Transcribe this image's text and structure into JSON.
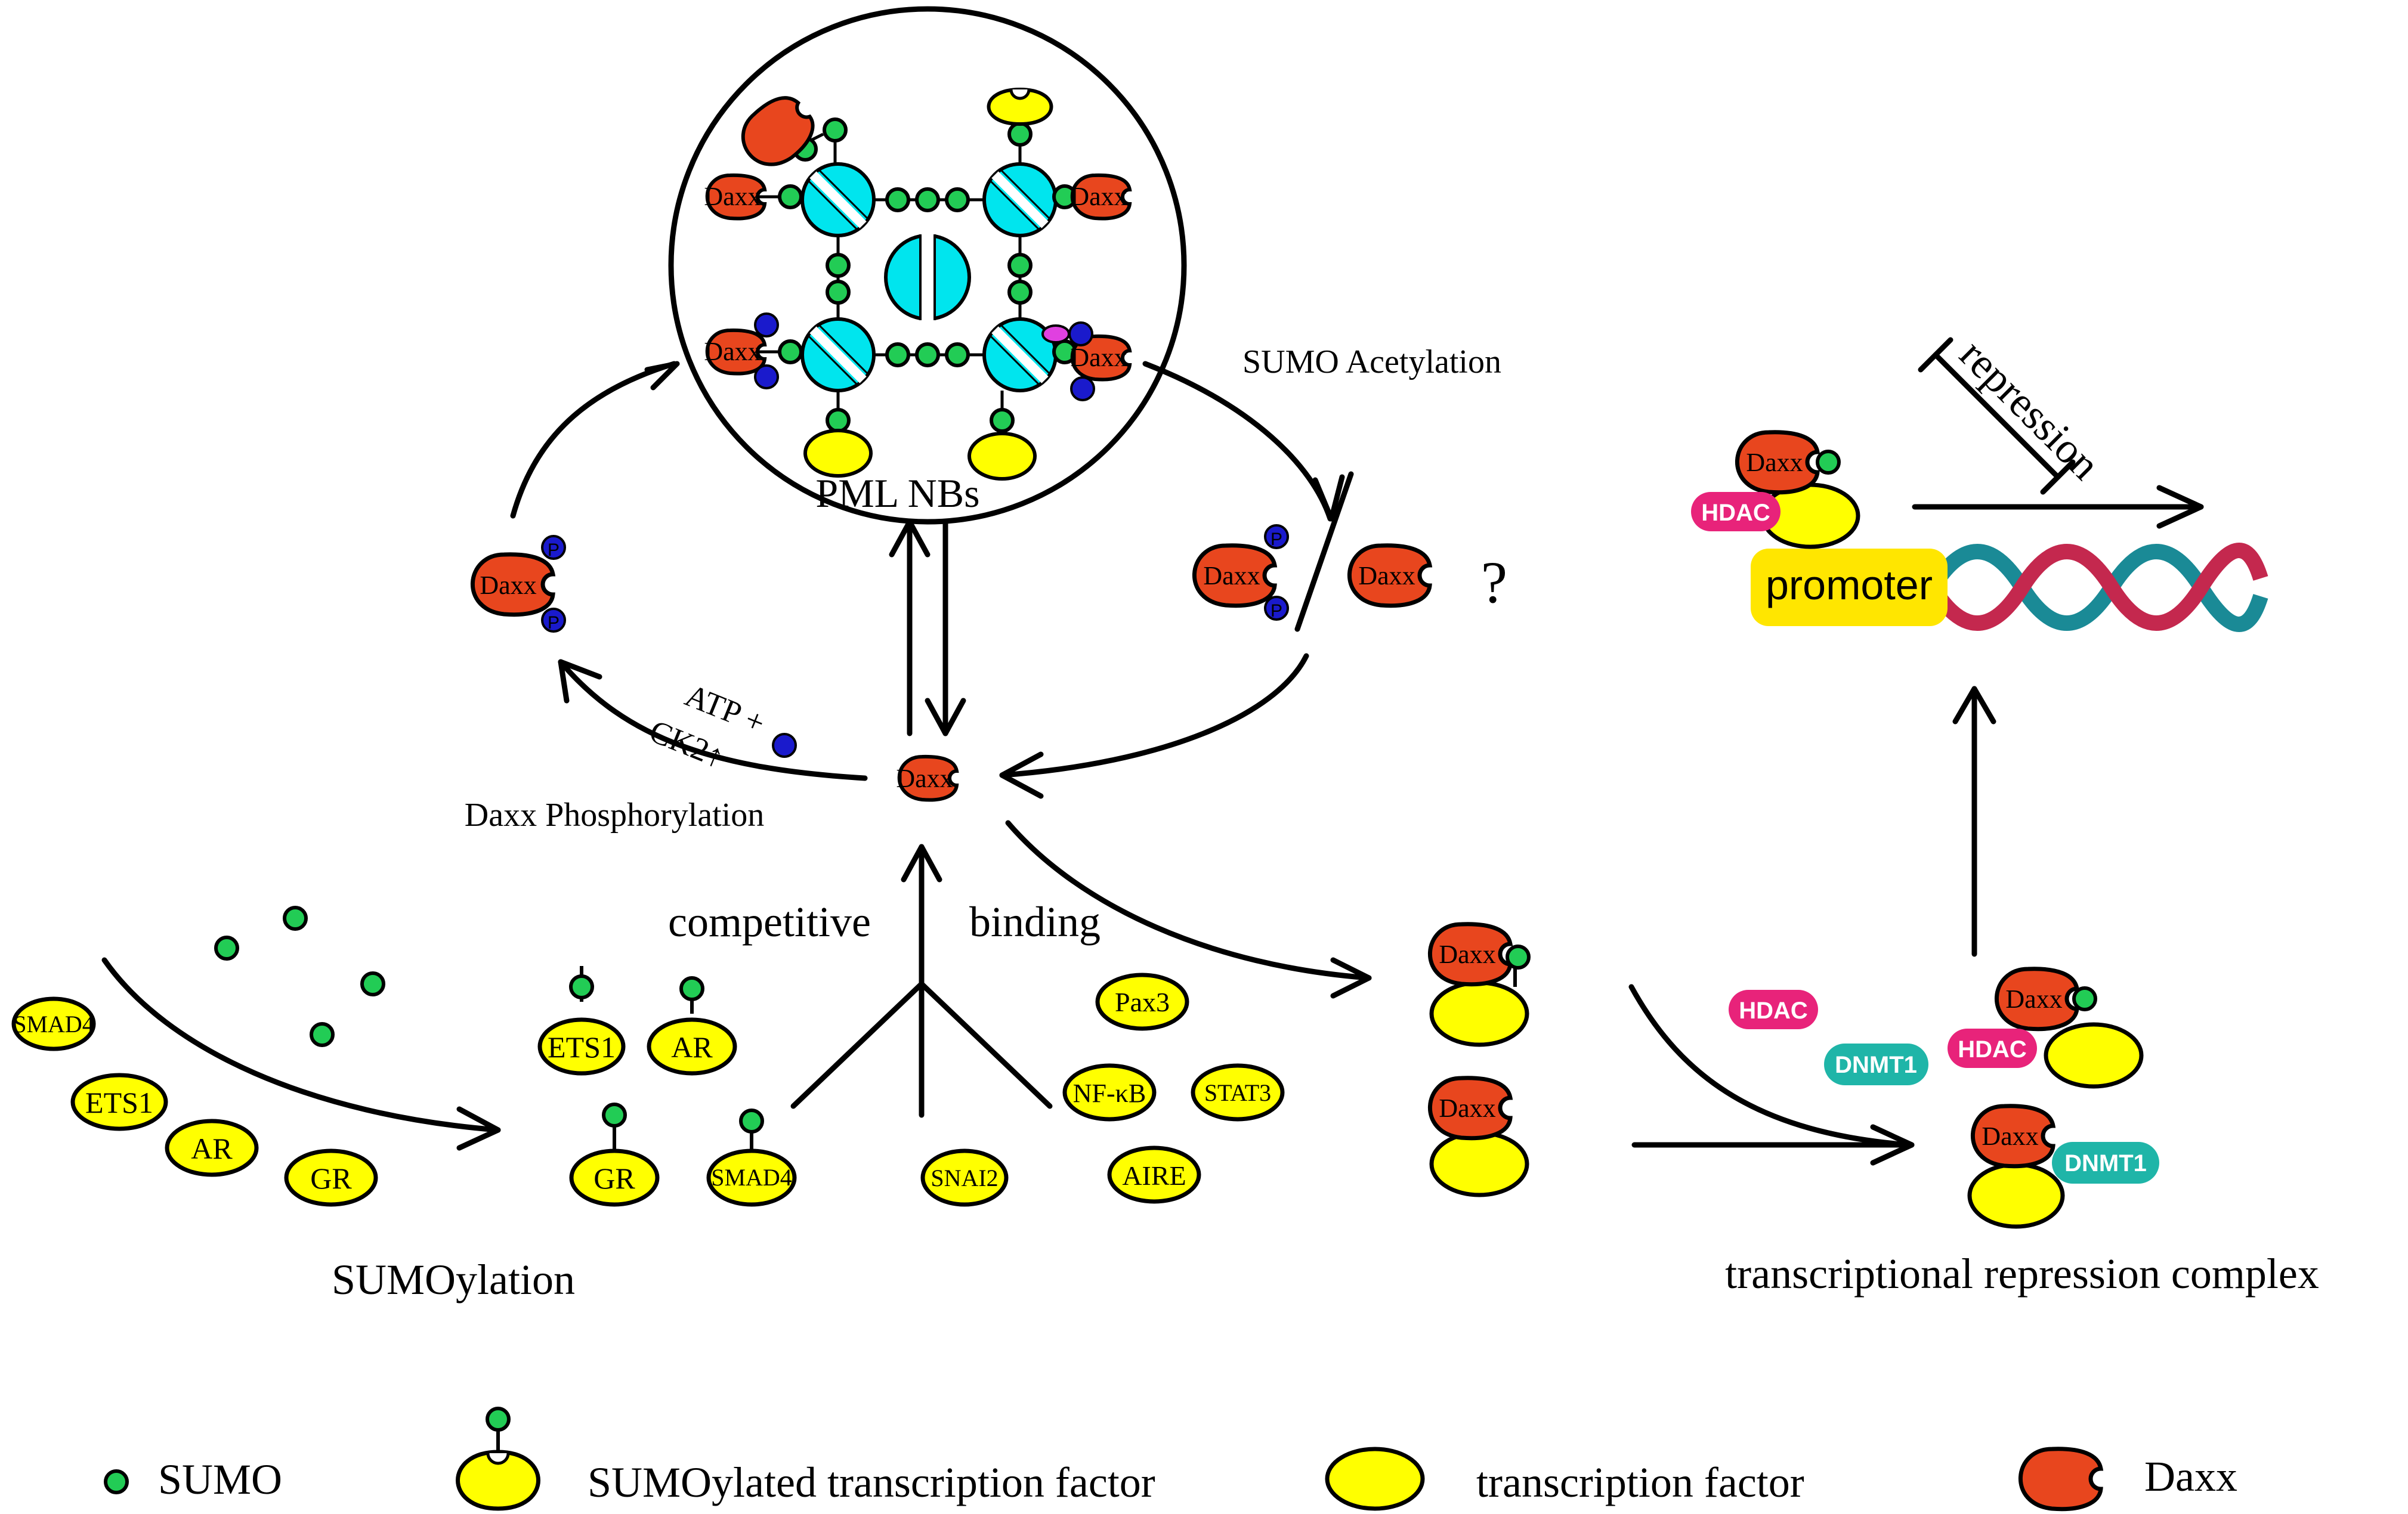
{
  "nucleus": {
    "label": "PML NBs"
  },
  "process_labels": {
    "sumo_acetylation": "SUMO Acetylation",
    "atp": "ATP +",
    "ck2": "CK2↑",
    "daxx_phosphorylation": "Daxx Phosphorylation",
    "competitive": "competitive",
    "binding": "binding",
    "sumoylation": "SUMOylation",
    "question": "?",
    "repression": "repression",
    "promoter": "promoter",
    "repression_complex": "transcriptional repression complex"
  },
  "molecules": {
    "daxx": "Daxx",
    "phospho": "P",
    "hdac": "HDAC",
    "dnmt1": "DNMT1"
  },
  "transcription_factors": {
    "smad4": "SMAD4",
    "ets1": "ETS1",
    "ar": "AR",
    "gr": "GR",
    "pax3": "Pax3",
    "nfkb": "NF-κB",
    "stat3": "STAT3",
    "snai2": "SNAI2",
    "aire": "AIRE"
  },
  "legend": {
    "sumo": "SUMO",
    "sumoylated_tf": "SUMOylated transcription factor",
    "tf": "transcription factor",
    "daxx": "Daxx"
  },
  "colors": {
    "daxx": "#e8461e",
    "transcription_factor": "#ffff00",
    "sumo": "#22cc55",
    "phosphate": "#1a1acc",
    "pml": "#00e5ee",
    "acetyl": "#e040e0",
    "hdac": "#e8237a",
    "dnmt1": "#1fb5a8",
    "promoter": "#ffe600",
    "dna_teal": "#1a8a96",
    "dna_red": "#c4284e"
  }
}
